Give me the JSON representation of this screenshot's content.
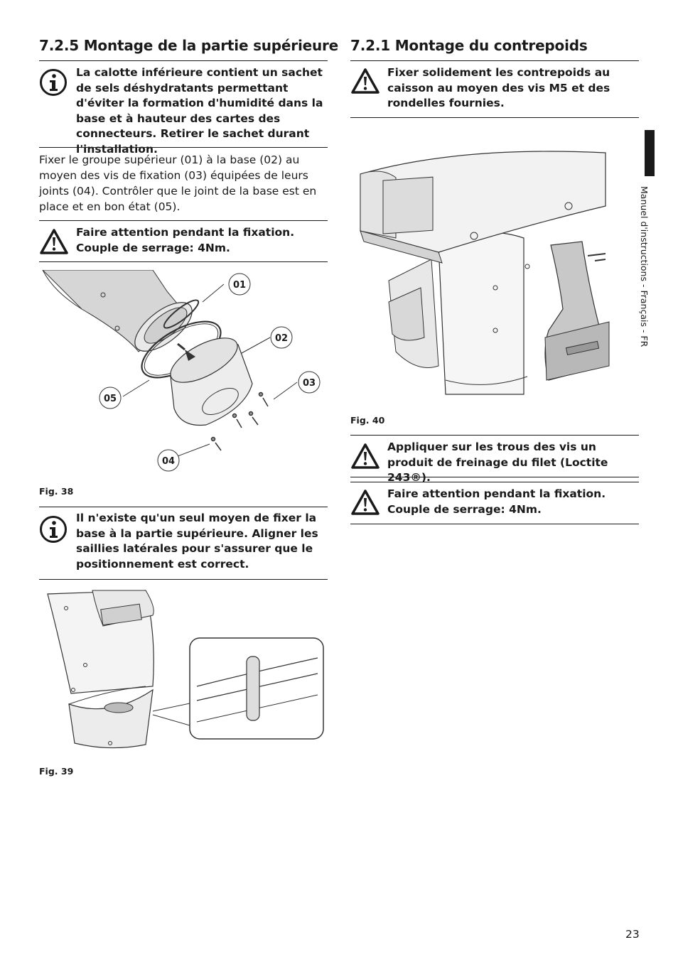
{
  "left": {
    "heading": "7.2.5 Montage de la partie supérieure",
    "note1": "La calotte inférieure contient un sachet de sels déshydratants permettant d'éviter la formation d'humidité dans la base et à hauteur des cartes des connecteurs. Retirer le sachet durant l'installation.",
    "body": "Fixer le groupe supérieur (01) à la base (02) au moyen des vis de fixation (03) équipées de leurs joints (04). Contrôler que le joint de la base est en place et en bon état (05).",
    "warning1": "Faire attention pendant la fixation. Couple de serrage: 4Nm.",
    "fig38_callouts": [
      "01",
      "02",
      "03",
      "05",
      "04"
    ],
    "fig38_caption": "Fig. 38",
    "note2": "Il n'existe qu'un seul moyen de fixer la base à la partie supérieure. Aligner les saillies latérales pour s'assurer que le positionnement est correct.",
    "fig39_caption": "Fig. 39"
  },
  "right": {
    "heading": "7.2.1 Montage du contrepoids",
    "warning1": "Fixer solidement les contrepoids au caisson au moyen des vis M5 et des rondelles fournies.",
    "fig40_caption": "Fig. 40",
    "warning2": "Appliquer sur les trous des vis un produit de freinage du filet (Loctite 243®).",
    "warning3": "Faire attention pendant la fixation. Couple de serrage: 4Nm."
  },
  "side_label": "Manuel d'instructions - Français - FR",
  "page_number": "23"
}
